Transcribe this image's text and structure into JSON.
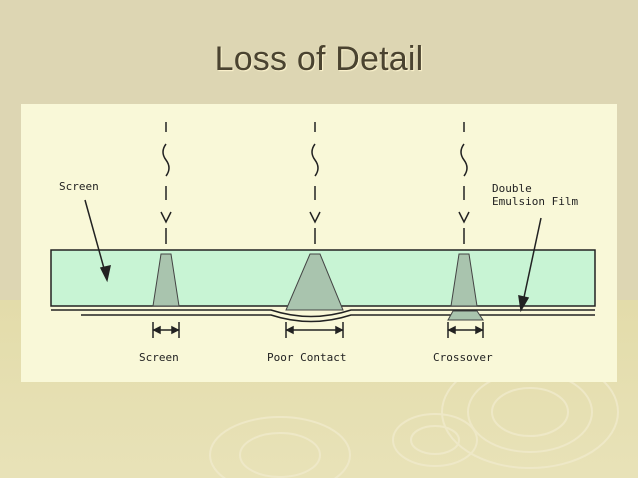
{
  "slide": {
    "title": "Loss of Detail"
  },
  "diagram": {
    "labels": {
      "screen_arrow": "Screen",
      "film_line1": "Double",
      "film_line2": "Emulsion Film",
      "case_screen": "Screen",
      "case_poor_contact": "Poor Contact",
      "case_crossover": "Crossover"
    },
    "colors": {
      "screen_layer": "#c8f4d4",
      "background": "#f9f8d8",
      "ink": "#222222"
    }
  }
}
